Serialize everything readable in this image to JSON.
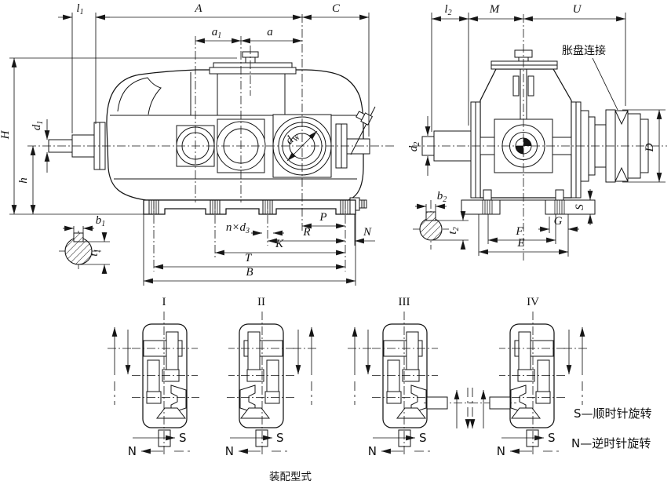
{
  "caption": "装配型式",
  "legend": {
    "clockwise": "S—顺时针旋转",
    "counterclockwise": "N—逆时针旋转"
  },
  "callouts": {
    "expansion_disc": "胀盘连接"
  },
  "left_view": {
    "l1b": "l",
    "l1s": "1",
    "A": "A",
    "C": "C",
    "a1b": "a",
    "a1s": "1",
    "a": "a",
    "H": "H",
    "h": "h",
    "d1b": "d",
    "d1s": "1",
    "b1b": "b",
    "b1s": "1",
    "t1b": "t",
    "t1s": "1",
    "nxd3b": "n×d",
    "nxd3s": "3",
    "P": "P",
    "R": "R",
    "N": "N",
    "K": "K",
    "T": "T",
    "B": "B",
    "dwb": "d",
    "dws": "W"
  },
  "right_view": {
    "l2b": "l",
    "l2s": "2",
    "M": "M",
    "U": "U",
    "d2b": "d",
    "d2s": "2",
    "b2b": "b",
    "b2s": "2",
    "t2b": "t",
    "t2s": "2",
    "S": "S",
    "G": "G",
    "F": "F",
    "E": "E",
    "D": "D"
  },
  "schematics": [
    {
      "numeral": "I"
    },
    {
      "numeral": "II"
    },
    {
      "numeral": "III"
    },
    {
      "numeral": "IV"
    }
  ],
  "rotation": {
    "s": "S",
    "n": "N"
  },
  "colors": {
    "ink": "#151515",
    "paper": "#ffffff"
  }
}
